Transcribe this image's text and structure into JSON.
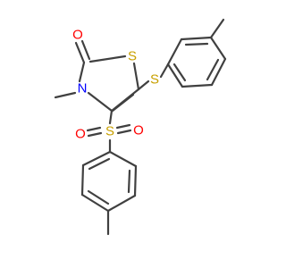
{
  "molecule": {
    "atoms": {
      "oxygen_carbonyl": "O",
      "sulfur_ring": "S",
      "nitrogen": "N",
      "sulfur_thioether": "S",
      "sulfur_sulfonyl": "S",
      "oxygen_sulfonyl_left": "O",
      "oxygen_sulfonyl_right": "O"
    },
    "colors": {
      "bond": "#404040",
      "sulfur": "#c8a000",
      "oxygen": "#ff0000",
      "nitrogen": "#0000ff"
    }
  }
}
